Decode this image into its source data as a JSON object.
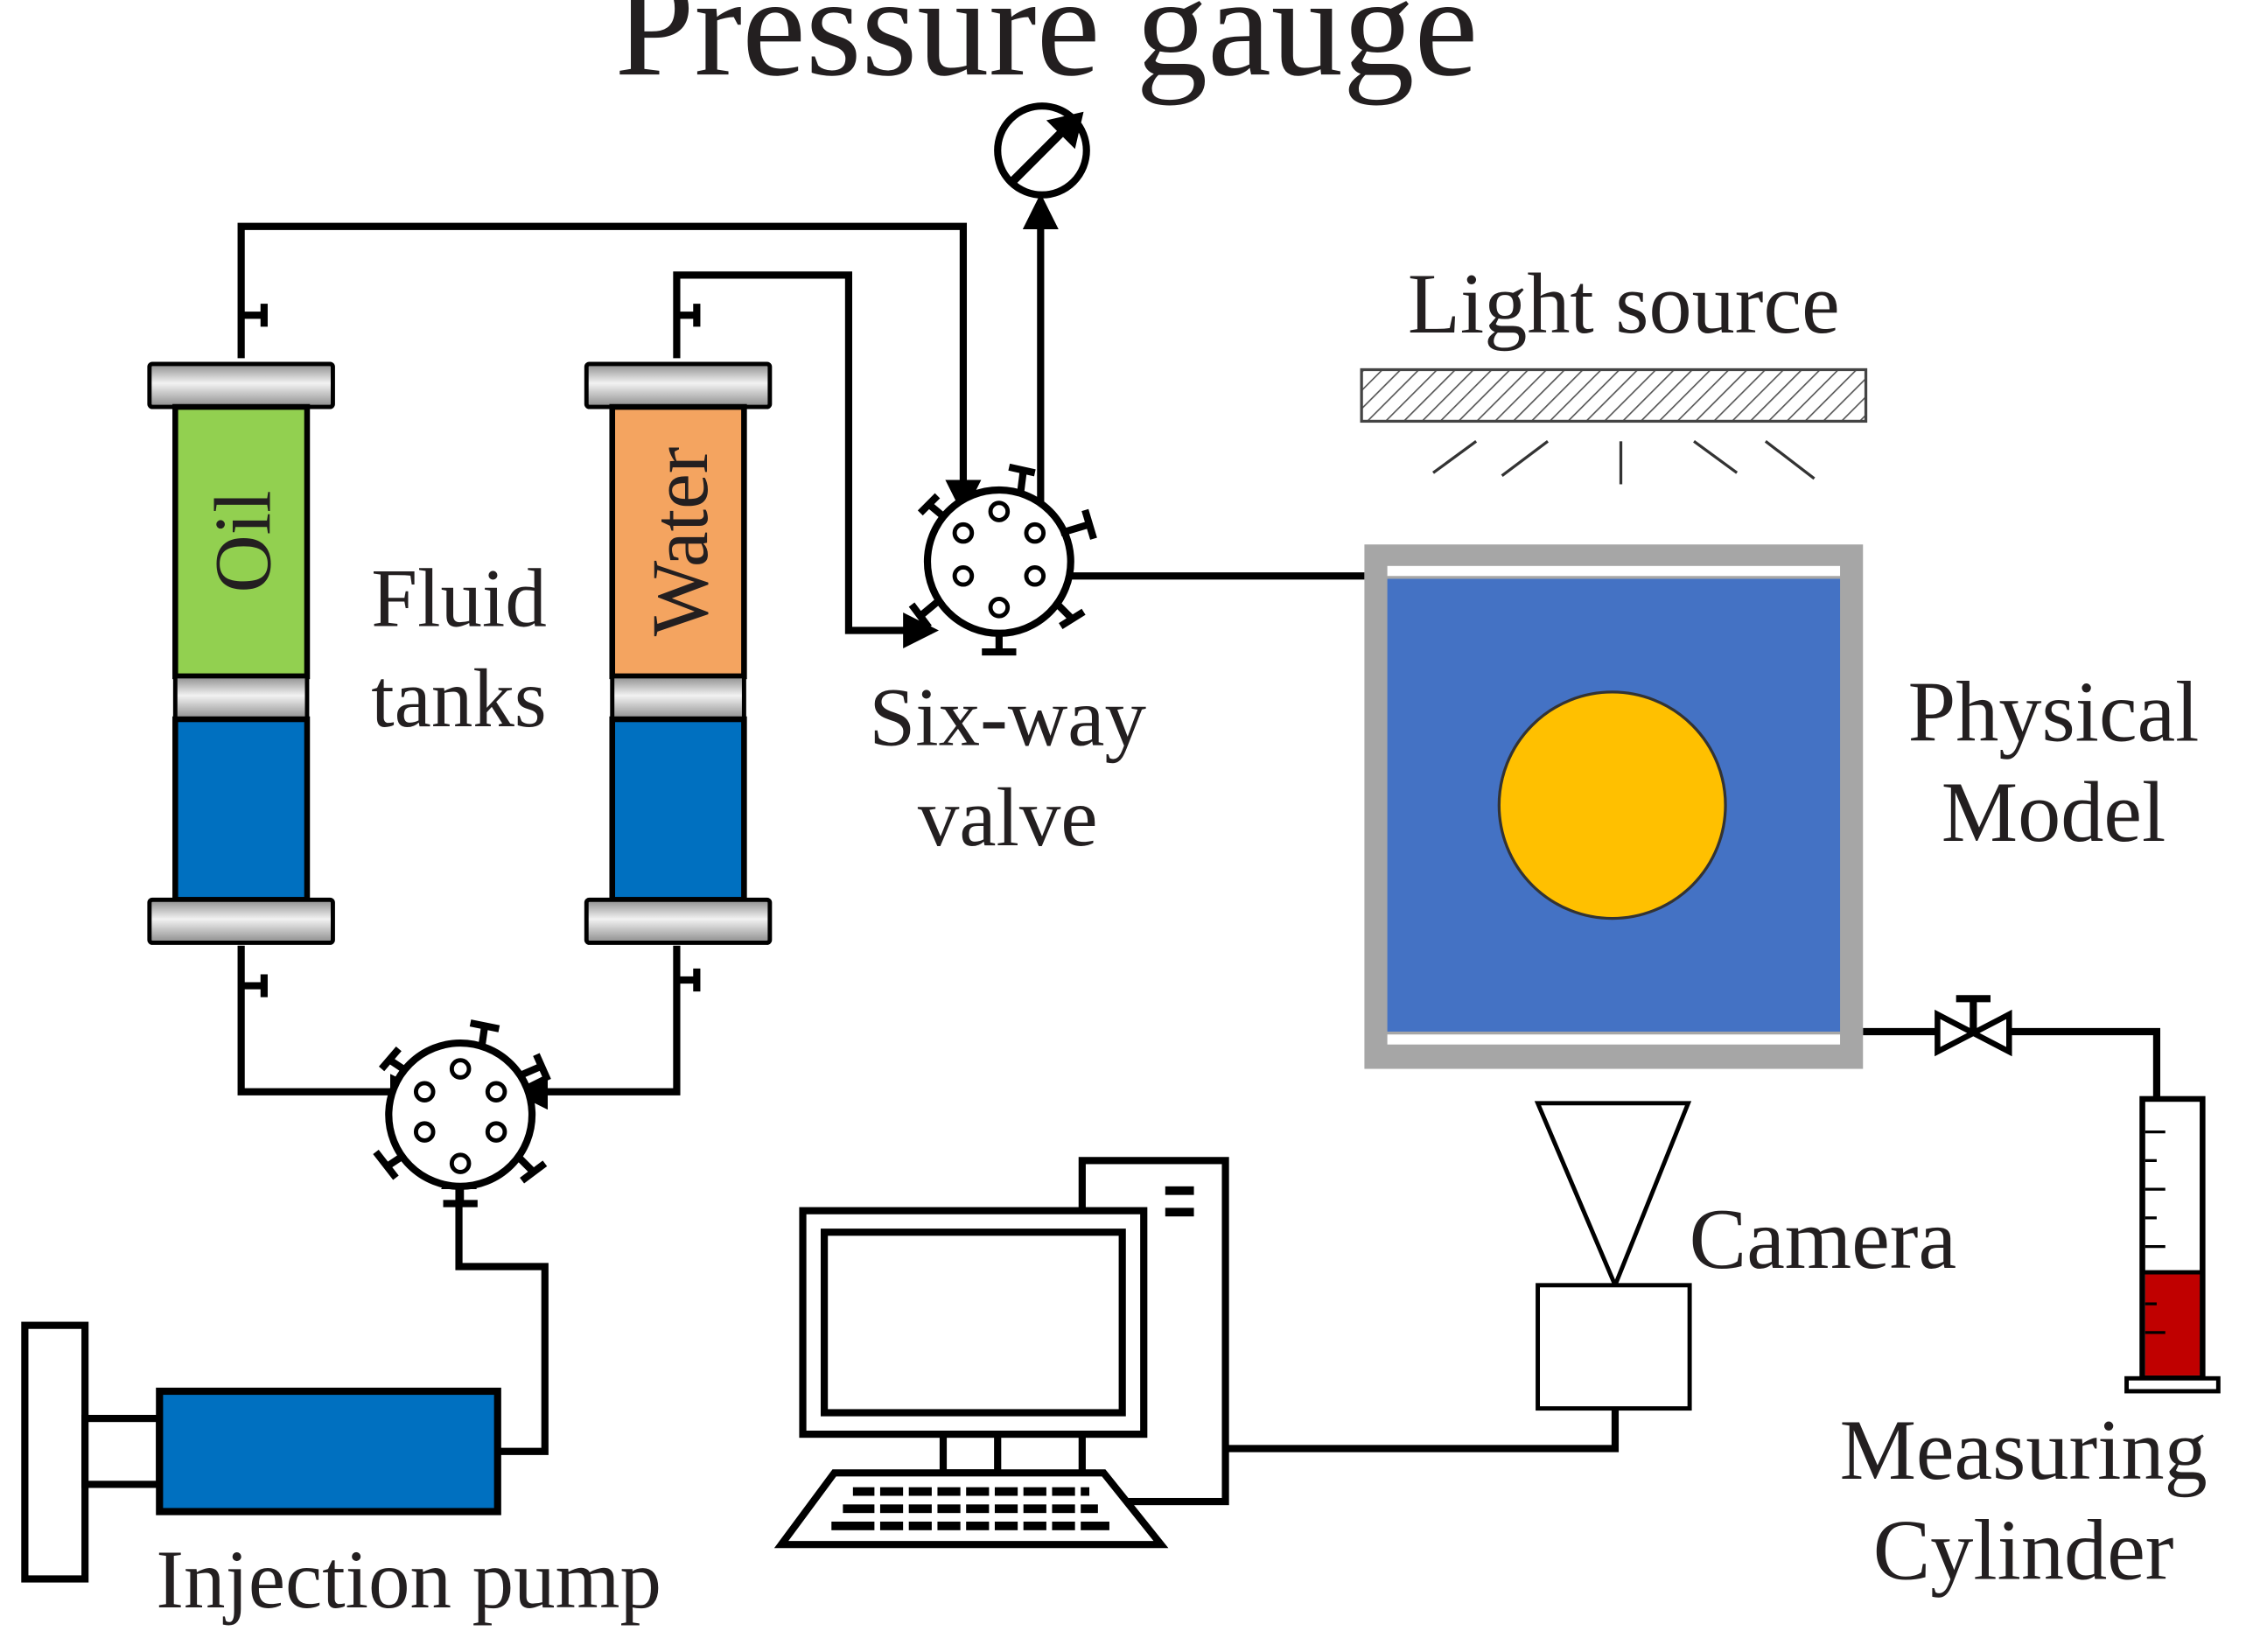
{
  "labels": {
    "pressure_gauge": "Pressure gauge",
    "light_source": "Light source",
    "oil": "Oil",
    "water": "Water",
    "fluid_tanks_line1": "Fluid",
    "fluid_tanks_line2": "tanks",
    "six_way_valve_line1": "Six-way",
    "six_way_valve_line2": "valve",
    "physical_model_line1": "Physical",
    "physical_model_line2": "Model",
    "camera": "Camera",
    "measuring_cylinder_line1": "Measuring",
    "measuring_cylinder_line2": "Cylinder",
    "injection_pump": "Injection pump"
  },
  "colors": {
    "oil": "#92d050",
    "water": "#f4a460",
    "fluid_blue": "#0070c0",
    "model_blue": "#4472c4",
    "model_frame": "#a6a6a6",
    "sample_core": "#ffc000",
    "cylinder_liquid": "#c00000",
    "tank_cap": "#bfbfbf"
  }
}
